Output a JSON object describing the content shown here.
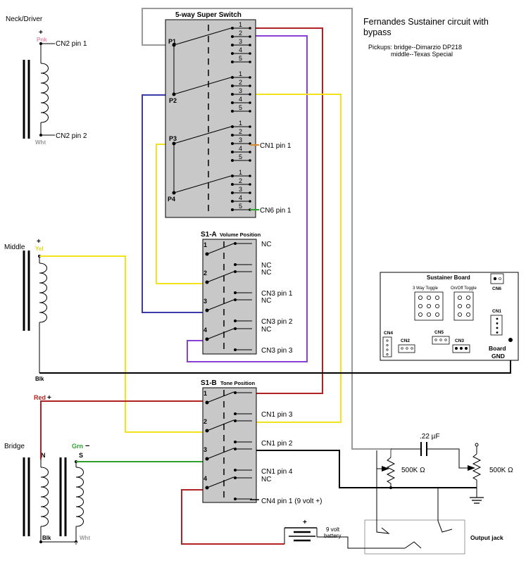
{
  "title": {
    "line1": "Fernandes Sustainer circuit with",
    "line2": "bypass",
    "pickups1": "Pickups: bridge--Dimarzio DP218",
    "pickups2": "middle--Texas Special"
  },
  "neck": {
    "label": "Neck/Driver",
    "plus": "+",
    "pnk": "Pnk",
    "wht": "Wht",
    "cn2pin1": "CN2 pin 1",
    "cn2pin2": "CN2 pin 2"
  },
  "middle": {
    "label": "Middle",
    "plus": "+",
    "yel": "Yel",
    "blk": "Blk"
  },
  "bridge": {
    "label": "Bridge",
    "red": "Red",
    "plus": "+",
    "grn": "Grn",
    "minus": "−",
    "n": "N",
    "s": "S",
    "blk": "Blk",
    "wht": "Wht"
  },
  "super_switch": {
    "title": "5-way Super Switch",
    "poles": [
      "P1",
      "P2",
      "P3",
      "P4"
    ],
    "positions": [
      "1",
      "2",
      "3",
      "4",
      "5"
    ],
    "cn1pin1": "CN1 pin 1",
    "cn6pin1": "CN6 pin 1"
  },
  "s1a": {
    "title": "S1-A",
    "subtitle": "Volume Position",
    "poles": [
      "1",
      "2",
      "3",
      "4"
    ],
    "labels": [
      "NC",
      "NC",
      "NC",
      "CN3 pin 1",
      "NC",
      "CN3 pin 2",
      "NC",
      "CN3 pin 3"
    ]
  },
  "s1b": {
    "title": "S1-B",
    "subtitle": "Tone Position",
    "poles": [
      "1",
      "2",
      "3",
      "4"
    ],
    "labels": [
      "CN1 pin 3",
      "CN1 pin 2",
      "CN1 pin 4",
      "NC",
      "CN4 pin 1 (9 volt +)"
    ]
  },
  "sustainer_board": {
    "title": "Sustainer Board",
    "toggle3": "3 Way Toggle",
    "onoff": "On/Off Toggle",
    "cn6": "CN6",
    "cn1": "CN1",
    "cn4": "CN4",
    "cn2": "CN2",
    "cn5": "CN5",
    "cn3": "CN3",
    "board_gnd1": "Board",
    "board_gnd2": "GND"
  },
  "components": {
    "cap": ".22 µF",
    "pot1": "500K Ω",
    "pot2": "500K Ω",
    "battery1": "9 volt",
    "battery2": "battery",
    "battery_plus": "+",
    "output_jack": "Output jack"
  }
}
